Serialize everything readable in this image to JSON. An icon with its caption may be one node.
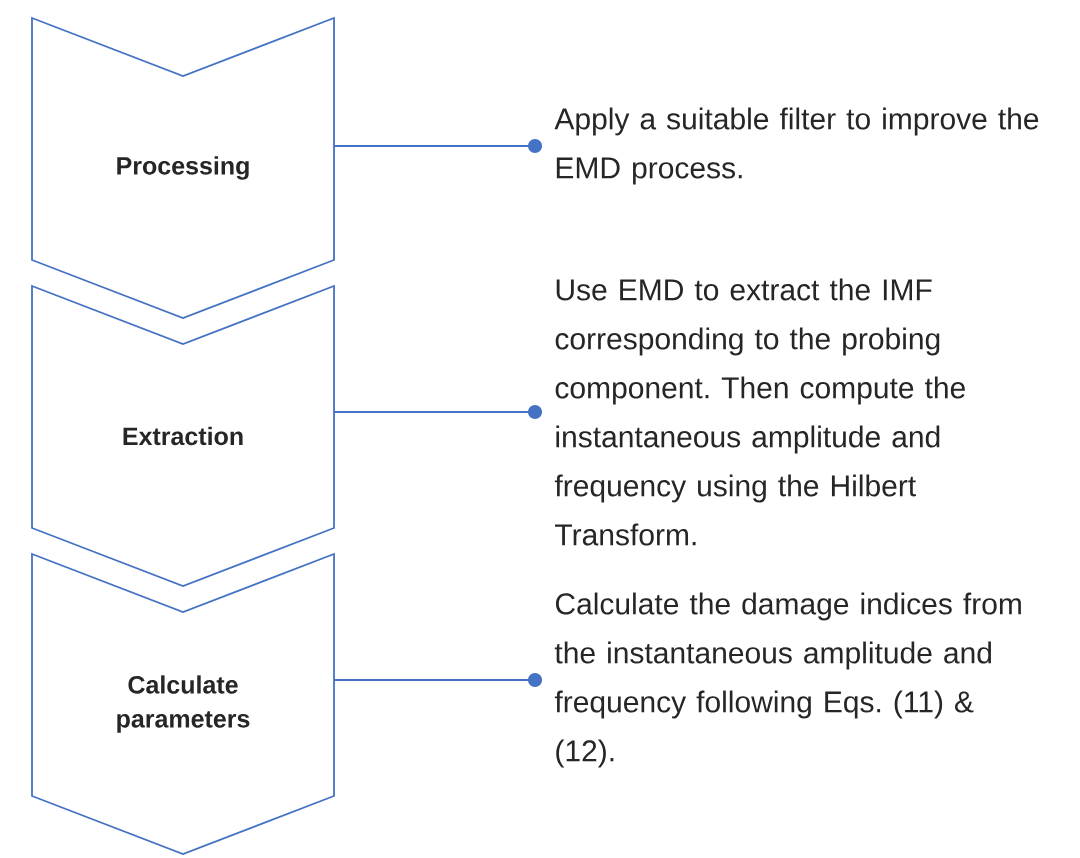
{
  "diagram": {
    "nodes": [
      {
        "text": [
          "Processing"
        ]
      },
      {
        "text": [
          "Extraction"
        ]
      },
      {
        "text": [
          "Calculate parameters"
        ]
      },
      {
        "text": [
          "Apply a suitable filter to improve the EMD process."
        ]
      },
      {
        "text": [
          "Use  EMD to extract the IMF corresponding to the probing component. Then compute the instantaneous amplitude and frequency using the Hilbert Transform."
        ]
      },
      {
        "text": [
          "Calculate the damage indices from the instantaneous amplitude and frequency following Eqs. (11) & (12)."
        ]
      }
    ],
    "edges": [
      {
        "from": 0,
        "to": 3,
        "arrow": "other"
      },
      {
        "from": 1,
        "to": 4,
        "arrow": "other"
      },
      {
        "from": 2,
        "to": 5,
        "arrow": "other"
      }
    ]
  }
}
